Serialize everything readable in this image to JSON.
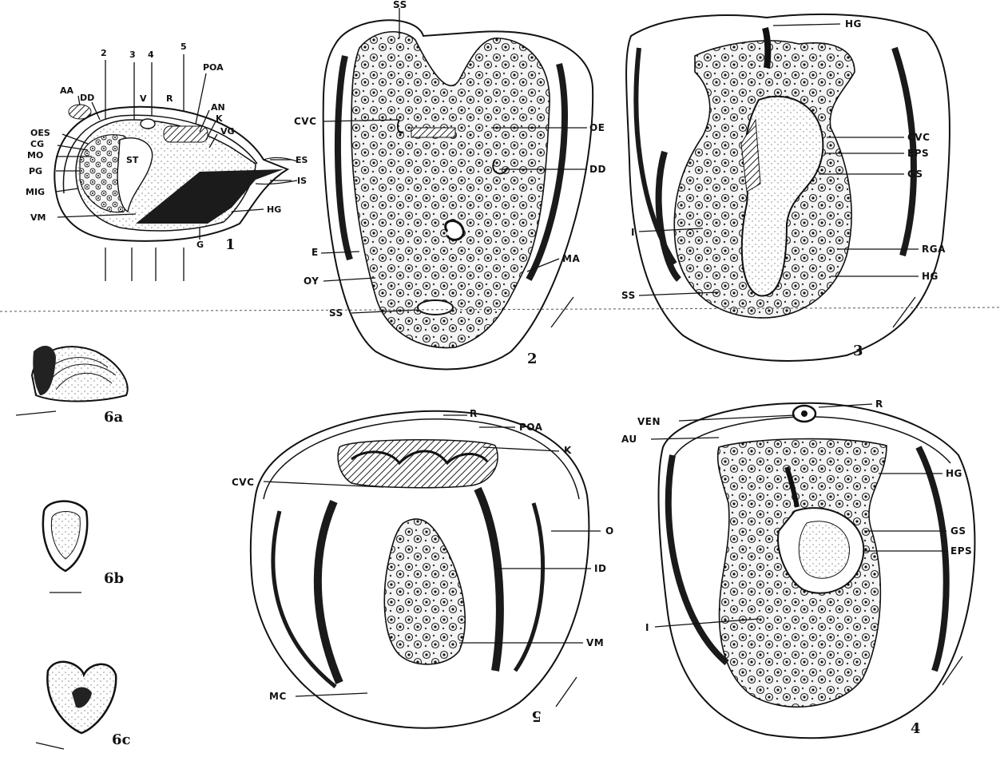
{
  "figures": {
    "fig1": {
      "number": "1",
      "labels": [
        "AA",
        "DD",
        "OES",
        "CG",
        "MO",
        "PG",
        "MIG",
        "VM",
        "ST",
        "V",
        "R",
        "POA",
        "AN",
        "K",
        "VG",
        "ES",
        "IS",
        "HG",
        "G"
      ],
      "section_numbers": [
        "2",
        "3",
        "4",
        "5"
      ]
    },
    "fig2": {
      "number": "2",
      "labels": [
        "SS",
        "CVC",
        "OE",
        "DD",
        "E",
        "MA",
        "OY",
        "SS"
      ]
    },
    "fig3": {
      "number": "3",
      "labels": [
        "HG",
        "CVC",
        "EPS",
        "GS",
        "I",
        "RGA",
        "SS",
        "HG"
      ]
    },
    "fig4": {
      "number": "4",
      "labels": [
        "VEN",
        "R",
        "AU",
        "HG",
        "GS",
        "EPS",
        "I"
      ]
    },
    "fig5": {
      "number": "5",
      "labels": [
        "R",
        "POA",
        "K",
        "CVC",
        "O",
        "ID",
        "VM",
        "MC"
      ]
    },
    "fig6a": {
      "number": "6a"
    },
    "fig6b": {
      "number": "6b"
    },
    "fig6c": {
      "number": "6c"
    }
  }
}
